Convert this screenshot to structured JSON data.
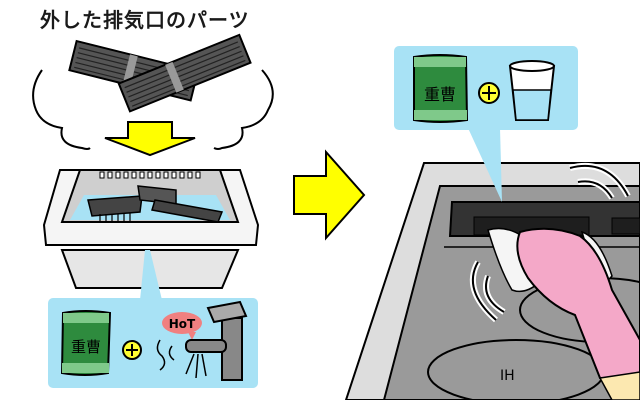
{
  "illustration": {
    "title": "外した排気口のパーツ",
    "left_panel": {
      "description": "removed exhaust vent parts soaking in a basin",
      "callout": {
        "baking_soda_label": "重曹",
        "plus_symbol": "+",
        "hot_badge": "HoT",
        "second_item": "hot tap water"
      }
    },
    "right_panel": {
      "description": "wiping the stove exhaust vent with a cloth",
      "callout": {
        "baking_soda_label": "重曹",
        "plus_symbol": "+",
        "second_item": "glass of water"
      },
      "cooktop_label": "IH"
    },
    "colors": {
      "arrow_yellow": "#ffff00",
      "callout_blue": "#a8e2f5",
      "package_green": "#2e8b3e",
      "package_light_green": "#7fc98a",
      "glove_pink": "#f4a8c8",
      "cooktop_gray": "#9a9a9a",
      "frame_light_gray": "#dddddd",
      "hot_badge_red": "#f08080",
      "plus_yellow": "#ffff33"
    }
  }
}
